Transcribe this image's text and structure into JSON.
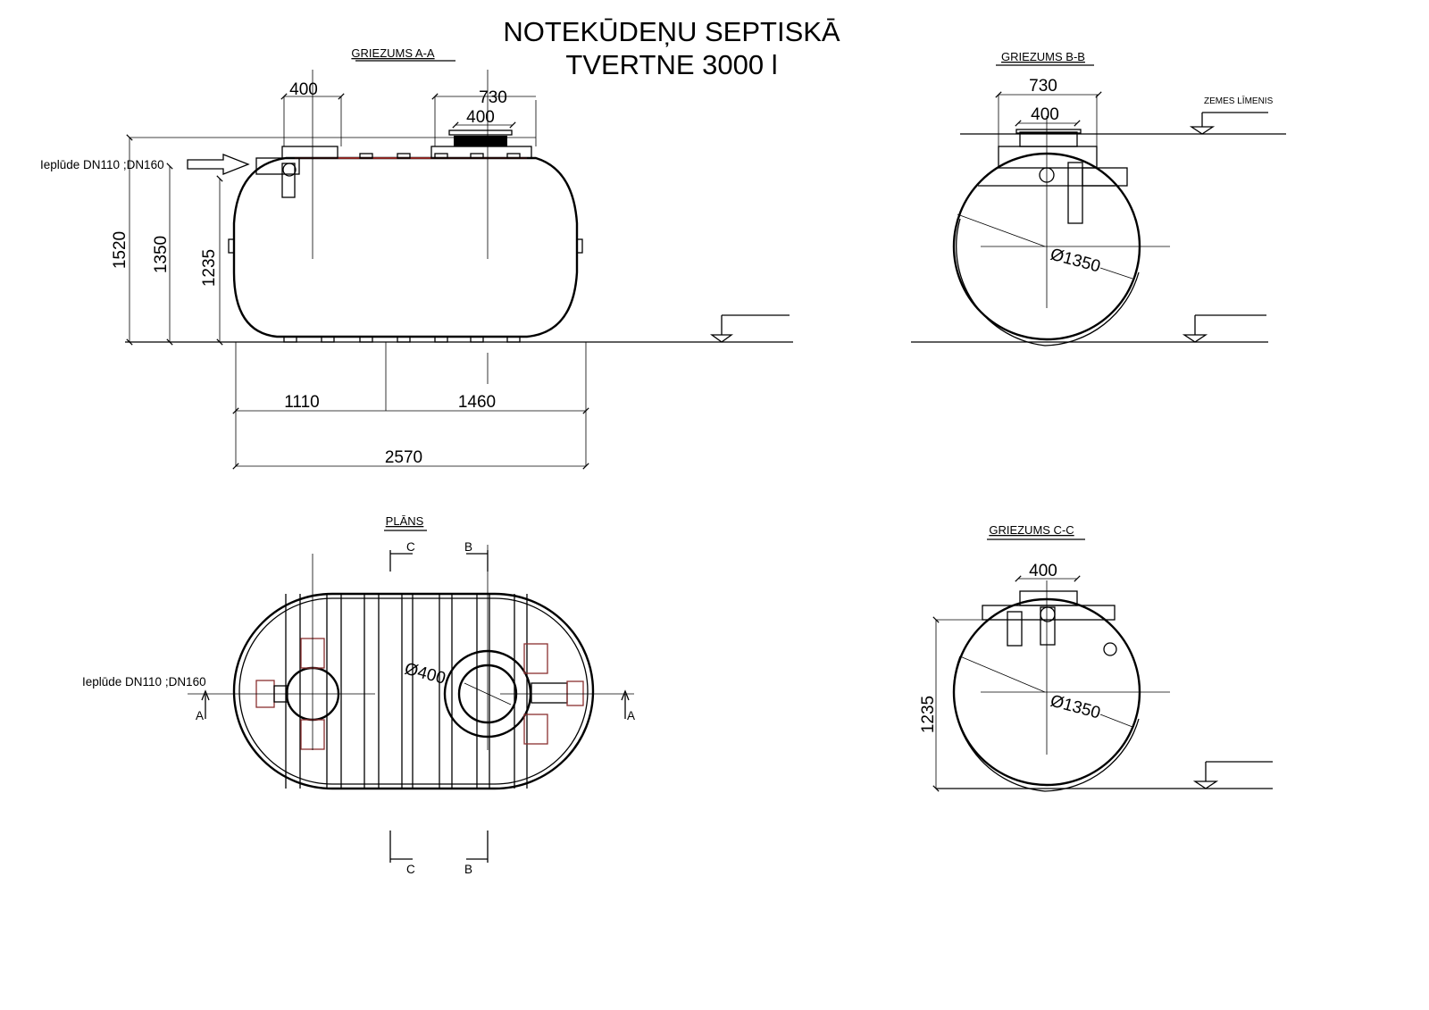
{
  "title": {
    "line1": "NOTEKŪDEŅU SEPTISKĀ",
    "line2": "TVERTNE 3000 l"
  },
  "section_aa": {
    "label": "GRIEZUMS A-A",
    "inlet": "Ieplūde DN110 ;DN160",
    "dims": {
      "riser_left": "400",
      "riser_right_outer": "730",
      "riser_right_inner": "400",
      "h_total": "1520",
      "h_body": "1350",
      "h_inlet": "1235",
      "len_left": "1110",
      "len_right": "1460",
      "len_total": "2570"
    }
  },
  "section_bb": {
    "label": "GRIEZUMS B-B",
    "ground": "ZEMES LĪMENIS",
    "dims": {
      "outer": "730",
      "inner": "400",
      "diameter": "Ø1350"
    }
  },
  "section_cc": {
    "label": "GRIEZUMS C-C",
    "dims": {
      "inner": "400",
      "height": "1235",
      "diameter": "Ø1350"
    }
  },
  "plan": {
    "label": "PLĀNS",
    "inlet": "Ieplūde DN110 ;DN160",
    "diameter": "Ø400",
    "cut_marks": {
      "a": "A",
      "b": "B",
      "c": "C"
    }
  },
  "colors": {
    "line": "#000000",
    "accent": "#b5302a"
  }
}
